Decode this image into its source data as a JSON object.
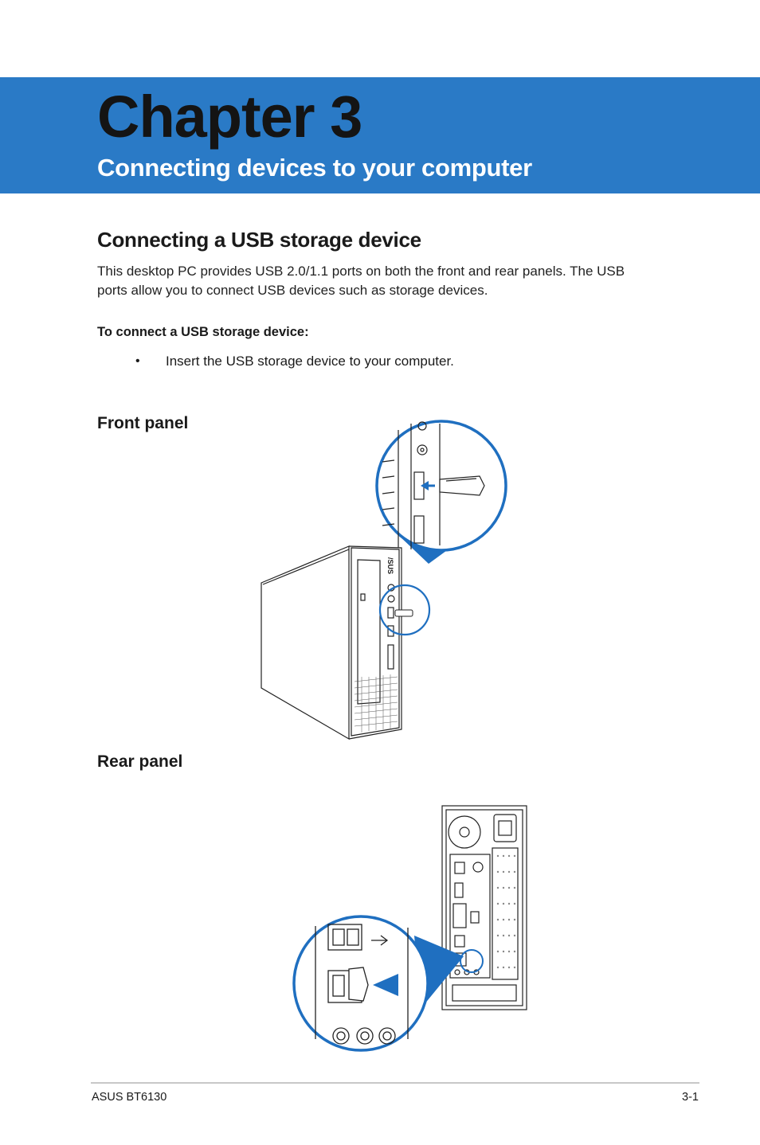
{
  "chapter": {
    "label": "Chapter 3",
    "title": "Connecting devices to your computer"
  },
  "section": {
    "heading": "Connecting a USB storage device",
    "intro": "This desktop PC provides USB 2.0/1.1 ports on both the front and rear panels. The USB ports allow you to connect USB devices such as storage devices.",
    "steps_title": "To connect a USB storage device:",
    "bullet_symbol": "•",
    "steps": [
      "Insert the USB storage device to your computer."
    ]
  },
  "figures": {
    "front_label": "Front panel",
    "rear_label": "Rear panel",
    "brand_mark": "/SUS"
  },
  "colors": {
    "banner": "#2a7ac6",
    "accent": "#1f6fc0",
    "text": "#1a1a1a"
  },
  "footer": {
    "product": "ASUS BT6130",
    "page": "3-1"
  }
}
